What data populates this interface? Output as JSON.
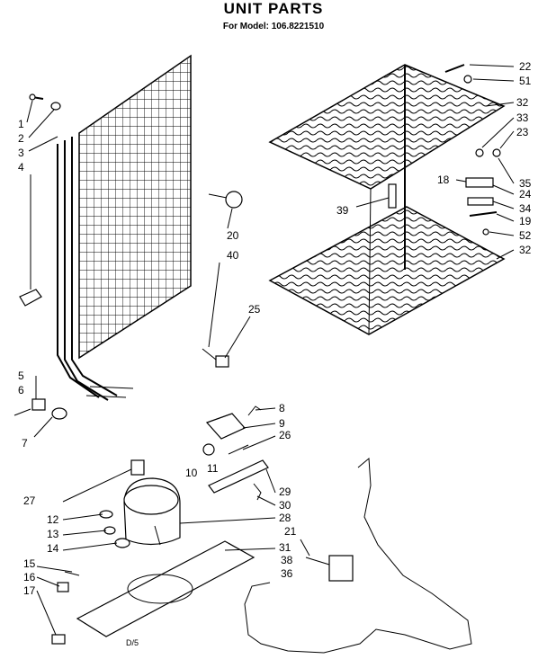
{
  "header": {
    "title": "UNIT PARTS",
    "subtitle": "For Model: 106.8221510"
  },
  "callouts": [
    {
      "id": "1",
      "text": "1"
    },
    {
      "id": "2",
      "text": "2"
    },
    {
      "id": "3",
      "text": "3"
    },
    {
      "id": "4",
      "text": "4"
    },
    {
      "id": "5",
      "text": "5"
    },
    {
      "id": "6",
      "text": "6"
    },
    {
      "id": "7",
      "text": "7"
    },
    {
      "id": "8",
      "text": "8"
    },
    {
      "id": "9",
      "text": "9"
    },
    {
      "id": "10",
      "text": "10"
    },
    {
      "id": "11",
      "text": "11"
    },
    {
      "id": "12",
      "text": "12"
    },
    {
      "id": "13",
      "text": "13"
    },
    {
      "id": "14",
      "text": "14"
    },
    {
      "id": "15",
      "text": "15"
    },
    {
      "id": "16",
      "text": "16"
    },
    {
      "id": "17",
      "text": "17"
    },
    {
      "id": "18",
      "text": "18"
    },
    {
      "id": "19",
      "text": "19"
    },
    {
      "id": "20",
      "text": "20"
    },
    {
      "id": "21",
      "text": "21"
    },
    {
      "id": "22",
      "text": "22"
    },
    {
      "id": "23",
      "text": "23"
    },
    {
      "id": "24",
      "text": "24"
    },
    {
      "id": "25",
      "text": "25"
    },
    {
      "id": "26",
      "text": "26"
    },
    {
      "id": "27",
      "text": "27"
    },
    {
      "id": "28",
      "text": "28"
    },
    {
      "id": "29",
      "text": "29"
    },
    {
      "id": "30",
      "text": "30"
    },
    {
      "id": "31",
      "text": "31"
    },
    {
      "id": "32a",
      "text": "32"
    },
    {
      "id": "32b",
      "text": "32"
    },
    {
      "id": "33",
      "text": "33"
    },
    {
      "id": "34",
      "text": "34"
    },
    {
      "id": "35",
      "text": "35"
    },
    {
      "id": "36",
      "text": "36"
    },
    {
      "id": "38",
      "text": "38"
    },
    {
      "id": "39",
      "text": "39"
    },
    {
      "id": "40",
      "text": "40"
    },
    {
      "id": "51",
      "text": "51"
    },
    {
      "id": "52",
      "text": "52"
    }
  ],
  "footer_code": "D/5"
}
